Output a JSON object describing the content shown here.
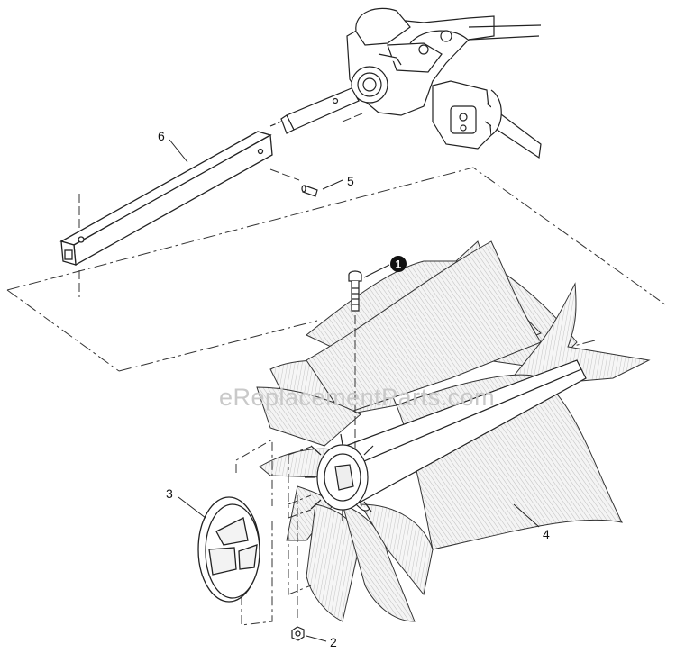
{
  "watermark": "eReplacementParts.com",
  "callouts": {
    "c1": "1",
    "c2": "2",
    "c3": "3",
    "c4": "4",
    "c5": "5",
    "c6": "6"
  }
}
